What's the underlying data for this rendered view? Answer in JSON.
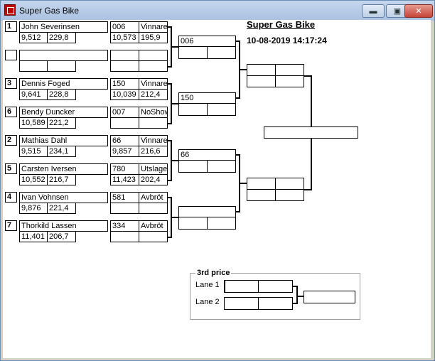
{
  "window": {
    "title": "Super Gas Bike",
    "minimize": "▬",
    "maximize": "▣",
    "close": "✕"
  },
  "event": {
    "heading": "Super Gas Bike",
    "datetime": "10-08-2019 14:17:24"
  },
  "round1": [
    {
      "seed": "1",
      "name": "John Severinsen",
      "t1": "9,512",
      "t2": "229,8",
      "number": "006",
      "result": "Vinnare",
      "r1": "10,573",
      "r2": "195,9"
    },
    {
      "seed": "",
      "name": "",
      "t1": "",
      "t2": "",
      "number": "",
      "result": "",
      "r1": "",
      "r2": ""
    },
    {
      "seed": "3",
      "name": "Dennis Foged",
      "t1": "9,641",
      "t2": "228,8",
      "number": "150",
      "result": "Vinnare",
      "r1": "10,039",
      "r2": "212,4"
    },
    {
      "seed": "6",
      "name": "Bendy Duncker",
      "t1": "10,589",
      "t2": "221,2",
      "number": "007",
      "result": "NoShow",
      "r1": "",
      "r2": ""
    },
    {
      "seed": "2",
      "name": "Mathias Dahl",
      "t1": "9,515",
      "t2": "234,1",
      "number": "66",
      "result": "Vinnare",
      "r1": "9,857",
      "r2": "216,6"
    },
    {
      "seed": "5",
      "name": "Carsten Iversen",
      "t1": "10,552",
      "t2": "216,7",
      "number": "780",
      "result": "Utslagen",
      "r1": "11,423",
      "r2": "202,4"
    },
    {
      "seed": "4",
      "name": "Ivan Vohnsen",
      "t1": "9,876",
      "t2": "221,4",
      "number": "581",
      "result": "Avbröt",
      "r1": "",
      "r2": ""
    },
    {
      "seed": "7",
      "name": "Thorkild Lassen",
      "t1": "11,401",
      "t2": "206,7",
      "number": "334",
      "result": "Avbröt",
      "r1": "",
      "r2": ""
    }
  ],
  "round2": [
    {
      "name": "006",
      "t1": "",
      "t2": "",
      "r1": "",
      "r2": ""
    },
    {
      "name": "150",
      "t1": "",
      "t2": "",
      "r1": "",
      "r2": ""
    },
    {
      "name": "66",
      "t1": "",
      "t2": "",
      "r1": "",
      "r2": ""
    },
    {
      "name": "",
      "t1": "",
      "t2": "",
      "r1": "",
      "r2": ""
    }
  ],
  "semis": [
    {
      "t1": "",
      "t2": "",
      "r1": "",
      "r2": ""
    },
    {
      "t1": "",
      "t2": "",
      "r1": "",
      "r2": ""
    }
  ],
  "final": {
    "winner": ""
  },
  "third_place": {
    "label": "3rd price",
    "lane1_label": "Lane 1",
    "lane2_label": "Lane 2",
    "lane1_a": "",
    "lane1_b": "",
    "lane2_a": "",
    "lane2_b": "",
    "winner": ""
  }
}
